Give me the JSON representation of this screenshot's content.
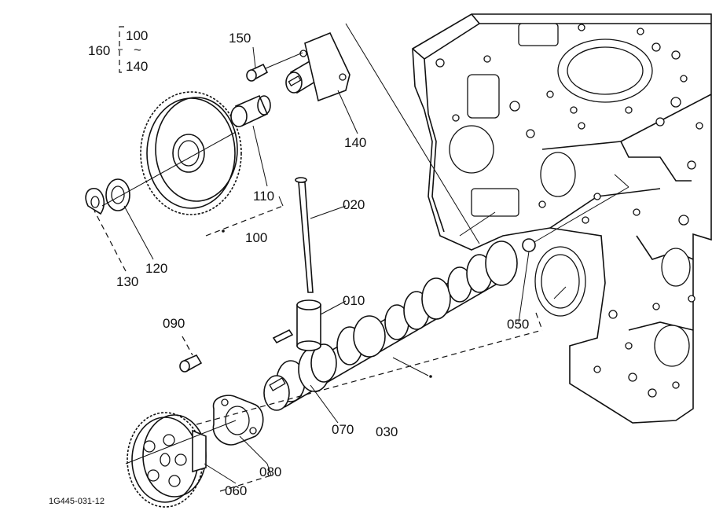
{
  "diagram": {
    "reference_code": "1G445-031-12",
    "callouts": [
      {
        "id": "c160",
        "text": "160"
      },
      {
        "id": "c160a",
        "text": "100"
      },
      {
        "id": "c160t",
        "text": "~"
      },
      {
        "id": "c160b",
        "text": "140"
      },
      {
        "id": "c150",
        "text": "150"
      },
      {
        "id": "c140",
        "text": "140"
      },
      {
        "id": "c110",
        "text": "110"
      },
      {
        "id": "c100",
        "text": "100"
      },
      {
        "id": "c120",
        "text": "120"
      },
      {
        "id": "c130",
        "text": "130"
      },
      {
        "id": "c020",
        "text": "020"
      },
      {
        "id": "c010",
        "text": "010"
      },
      {
        "id": "c090",
        "text": "090"
      },
      {
        "id": "c050",
        "text": "050"
      },
      {
        "id": "c070",
        "text": "070"
      },
      {
        "id": "c030",
        "text": "030"
      },
      {
        "id": "c080",
        "text": "080"
      },
      {
        "id": "c060",
        "text": "060"
      }
    ]
  }
}
